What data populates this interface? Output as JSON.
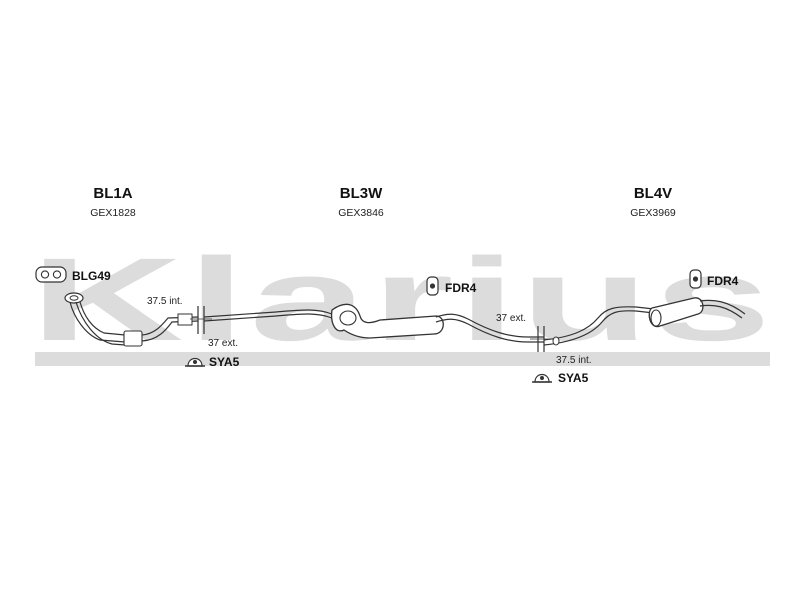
{
  "watermark": "Klarius",
  "sections": [
    {
      "code": "BL1A",
      "ref": "GEX1828"
    },
    {
      "code": "BL3W",
      "ref": "GEX3846"
    },
    {
      "code": "BL4V",
      "ref": "GEX3969"
    }
  ],
  "fittings": {
    "gasket": "BLG49",
    "clamp_1": "SYA5",
    "clamp_2": "SYA5",
    "mount_1": "FDR4",
    "mount_2": "FDR4"
  },
  "dimensions": {
    "joint1_top": "37.5 int.",
    "joint1_bottom": "37 ext.",
    "joint2_top": "37 ext.",
    "joint2_bottom": "37.5 int."
  }
}
